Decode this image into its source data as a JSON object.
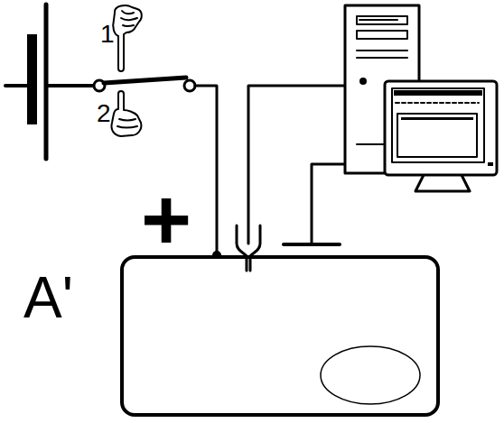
{
  "diagram": {
    "labels": [
      "1",
      "2",
      "+",
      "A'"
    ]
  }
}
